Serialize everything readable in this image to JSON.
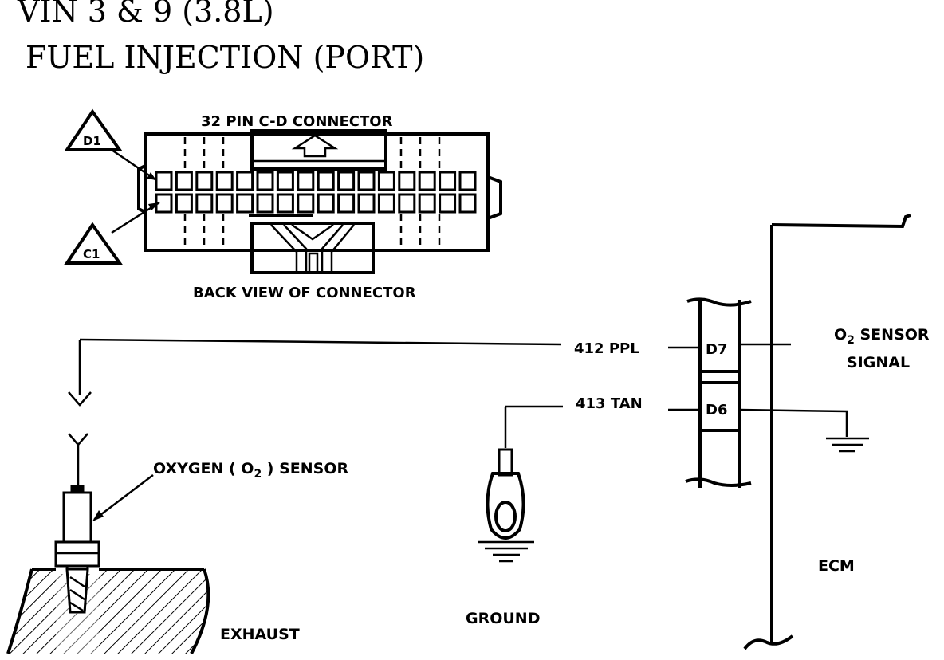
{
  "title": {
    "line1": "VIN 3 & 9 (3.8L)",
    "line2": "FUEL INJECTION (PORT)"
  },
  "connector": {
    "top_label": "32 PIN C-D CONNECTOR",
    "bottom_label": "BACK VIEW OF CONNECTOR",
    "marker_d1": "D1",
    "marker_c1": "C1"
  },
  "wires": {
    "wire_412": "412 PPL",
    "wire_413": "413 TAN"
  },
  "pins": {
    "d7": "D7",
    "d6": "D6"
  },
  "signal": {
    "o2_prefix": "O",
    "o2_sub": "2",
    "o2_rest": " SENSOR",
    "line2": "SIGNAL"
  },
  "sensor": {
    "label_prefix": "OXYGEN ( O",
    "label_sub": "2",
    "label_suffix": " ) SENSOR"
  },
  "ground_label": "GROUND",
  "exhaust_label": "EXHAUST",
  "ecm_label": "ECM",
  "colors": {
    "ink": "#000000",
    "paper": "#ffffff"
  }
}
